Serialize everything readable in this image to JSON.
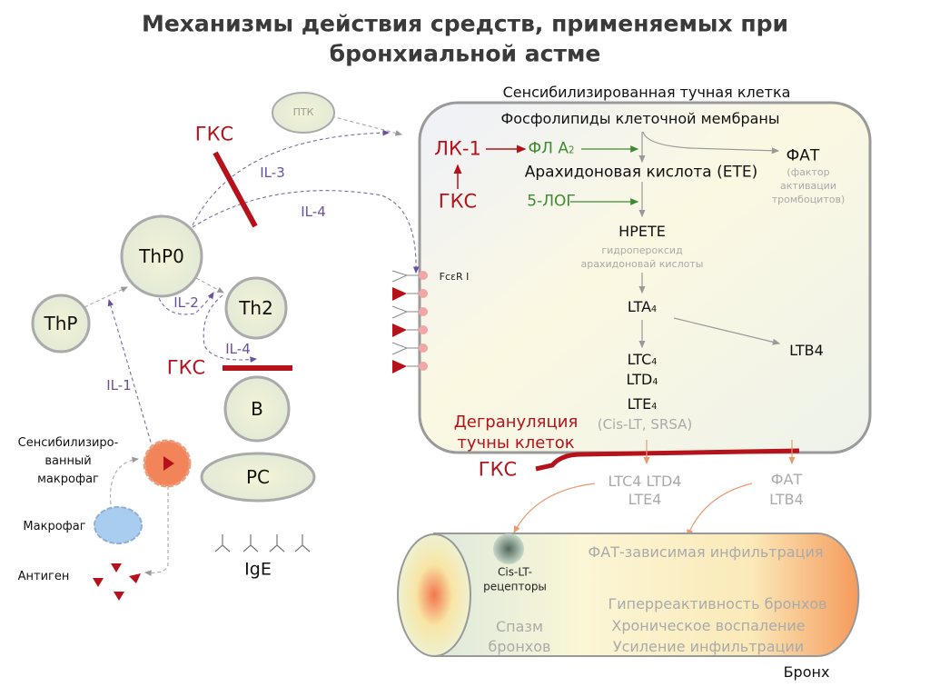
{
  "title": {
    "line1": "Механизмы действия средств, применяемых при",
    "line2": "бронхиальной астме"
  },
  "mast_cell": {
    "label": "Сенсибилизированная тучная клетка",
    "phospholipids": "Фосфолипиды клеточной мембраны",
    "lk1": "ЛК-1",
    "pla2": "ФЛ А",
    "pla2_sub": "2",
    "gks": "ГКС",
    "arachidonic": "Арахидоновая кислота (ЕТЕ)",
    "fat": "ФАТ",
    "fat_desc": [
      "(фактор",
      "активации",
      "тромбоцитов)"
    ],
    "lox5": "5-ЛОГ",
    "hpete": "HPETE",
    "hpete_desc": [
      "гидропероксид",
      "арахидоновай кислоты"
    ],
    "lta4": "LTA",
    "ltb4": "LTB4",
    "ltc4": "LTC",
    "ltd4": "LTD",
    "lte4": "LTE",
    "sub4": "4",
    "cislt": "(Cis-LT, SRSA)",
    "receptor": "FcεR I",
    "degranulation": [
      "Дегрануляция",
      "тучны клеток"
    ]
  },
  "release": {
    "gks": "ГКС",
    "lt_line1": "LTC4 LTD4",
    "lt_line2": "LTE4",
    "fat_line1": "ФАТ",
    "fat_line2": "LTB4"
  },
  "bronchus": {
    "receptors": [
      "Cis-LT-",
      "рецепторы"
    ],
    "fat_infiltration": "ФАТ-зависимая инфильтрация",
    "spasm": [
      "Спазм",
      "бронхов"
    ],
    "effects": [
      "Гиперреактивность бронхов",
      "Хроническое воспаление",
      "Усиление инфильтрации"
    ],
    "label": "Бронх"
  },
  "immune": {
    "ptk": "ПТК",
    "gks_top": "ГКС",
    "il3": "IL-3",
    "il4_top": "IL-4",
    "thp0": "ThP0",
    "thp": "ThP",
    "th2": "Th2",
    "il2": "IL-2",
    "il4": "IL-4",
    "gks_mid": "ГКС",
    "b": "B",
    "il1": "IL-1",
    "pc": "PC",
    "ige": "IgE",
    "sens_macrophage": [
      "Сенсибилизиро-",
      "ванный",
      "макрофаг"
    ],
    "macrophage": "Макрофаг",
    "antigen": "Антиген"
  },
  "colors": {
    "red": "#b5121b",
    "green": "#3f8a32",
    "purple": "#6a4ea0",
    "gray": "#aaaaaa"
  }
}
